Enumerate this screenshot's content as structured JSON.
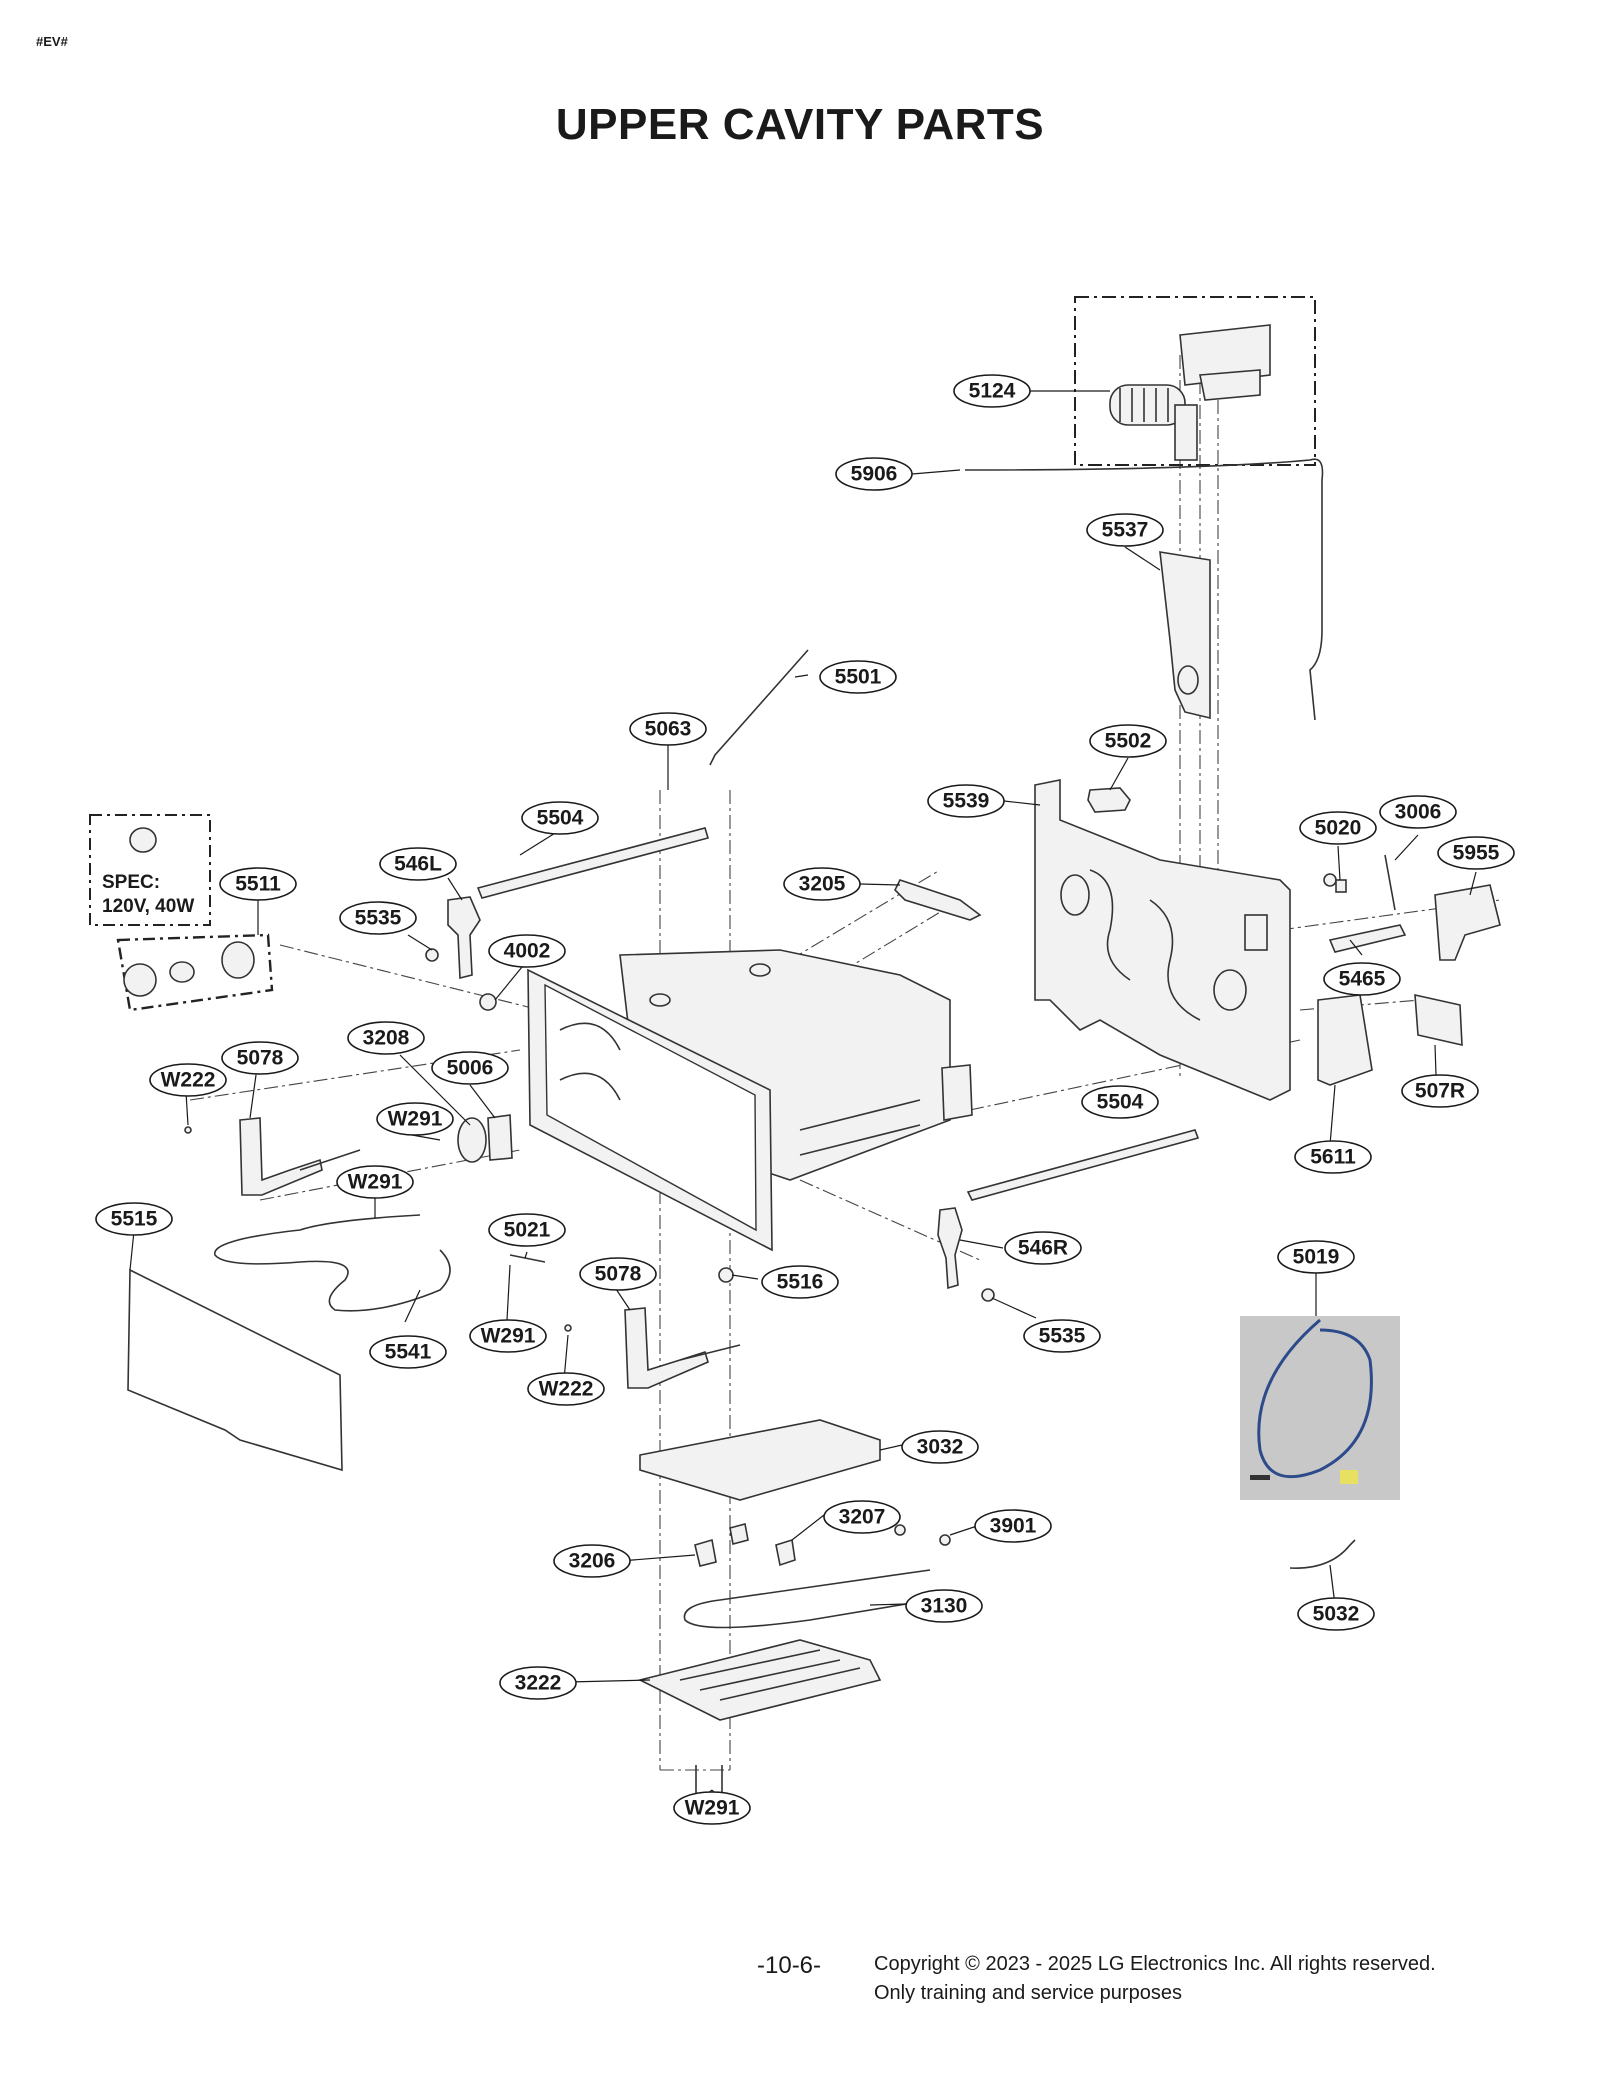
{
  "doc_code": "#EV#",
  "title": "UPPER CAVITY PARTS",
  "spec": {
    "line1": "SPEC:",
    "line2": "120V, 40W"
  },
  "labels": [
    "5124",
    "5906",
    "5537",
    "5501",
    "5063",
    "5502",
    "5504",
    "5539",
    "3006",
    "5020",
    "5955",
    "546L",
    "5511",
    "3205",
    "5535",
    "4002",
    "5465",
    "3208",
    "5078",
    "5006",
    "W222",
    "507R",
    "W291",
    "5504",
    "5611",
    "W291",
    "5515",
    "546R",
    "5021",
    "5019",
    "5078",
    "5516",
    "5541",
    "W291",
    "5535",
    "W222",
    "3032",
    "3207",
    "3901",
    "3206",
    "3130",
    "5032",
    "3222",
    "W291"
  ],
  "footer": {
    "page": "-10-6-",
    "copyright_line1": "Copyright © 2023 - 2025 LG Electronics Inc. All rights reserved.",
    "copyright_line2": "Only training and service purposes"
  }
}
